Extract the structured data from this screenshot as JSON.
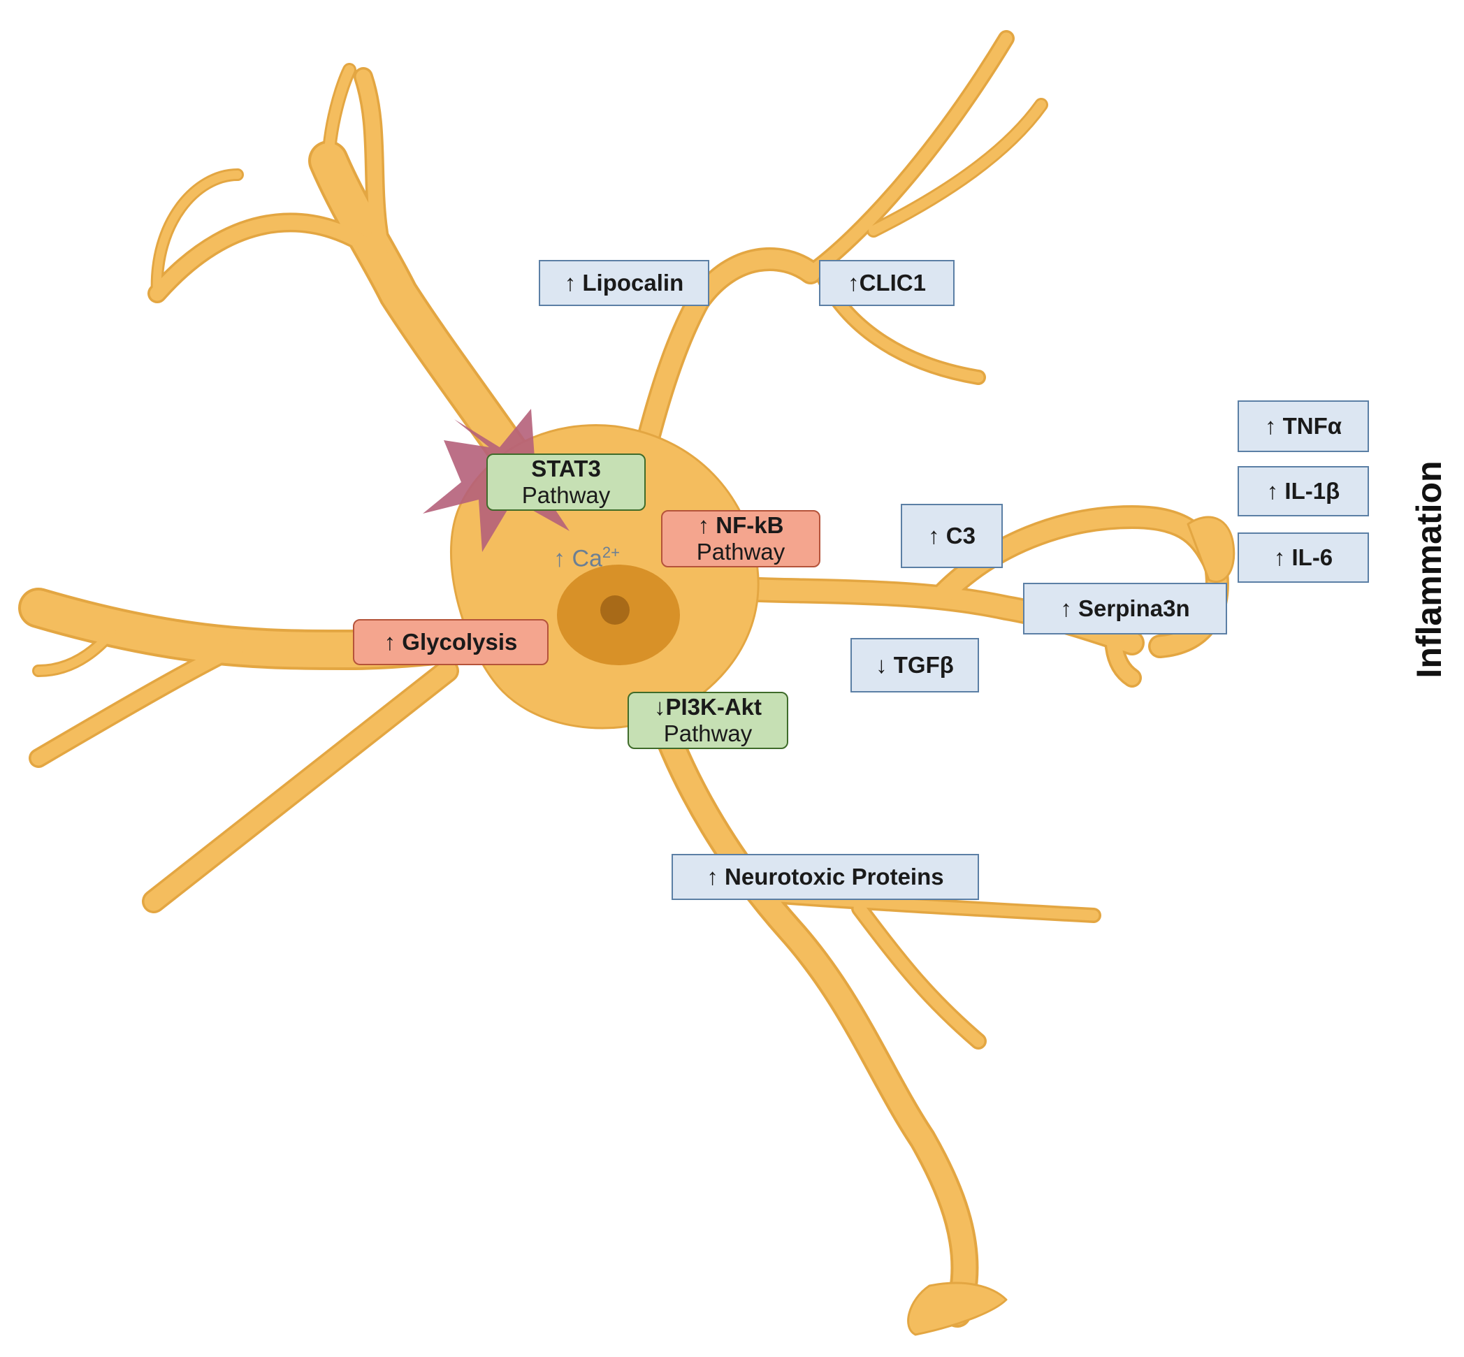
{
  "colors": {
    "cell_fill": "#f4bd5e",
    "cell_outline": "#e3a642",
    "nucleus": "#d89128",
    "nucleolus": "#a86a18",
    "burst": "#b5607a",
    "marker_box_fill": "#dce6f2",
    "pathway_green": "#c6e0b4",
    "pathway_red": "#f4a58e"
  },
  "markers": {
    "lipocalin": "↑ Lipocalin",
    "clic1": "↑CLIC1",
    "c3": "↑ C3",
    "serpina3n": "↑ Serpina3n",
    "tgfb": "↓ TGFβ",
    "neurotoxic": "↑ Neurotoxic Proteins"
  },
  "inflammation": {
    "label": "Inflammation",
    "tnfa": "↑ TNFα",
    "il1b": "↑ IL-1β",
    "il6": "↑ IL-6"
  },
  "pathways": {
    "stat3": {
      "name": "STAT3",
      "sub": "Pathway"
    },
    "nfkb": {
      "name": "↑ NF-kB",
      "sub": "Pathway"
    },
    "pi3k": {
      "name": "↓PI3K-Akt",
      "sub": "Pathway"
    },
    "glycolysis": "↑ Glycolysis"
  },
  "calcium": {
    "prefix": "↑ Ca",
    "charge": "2+"
  }
}
